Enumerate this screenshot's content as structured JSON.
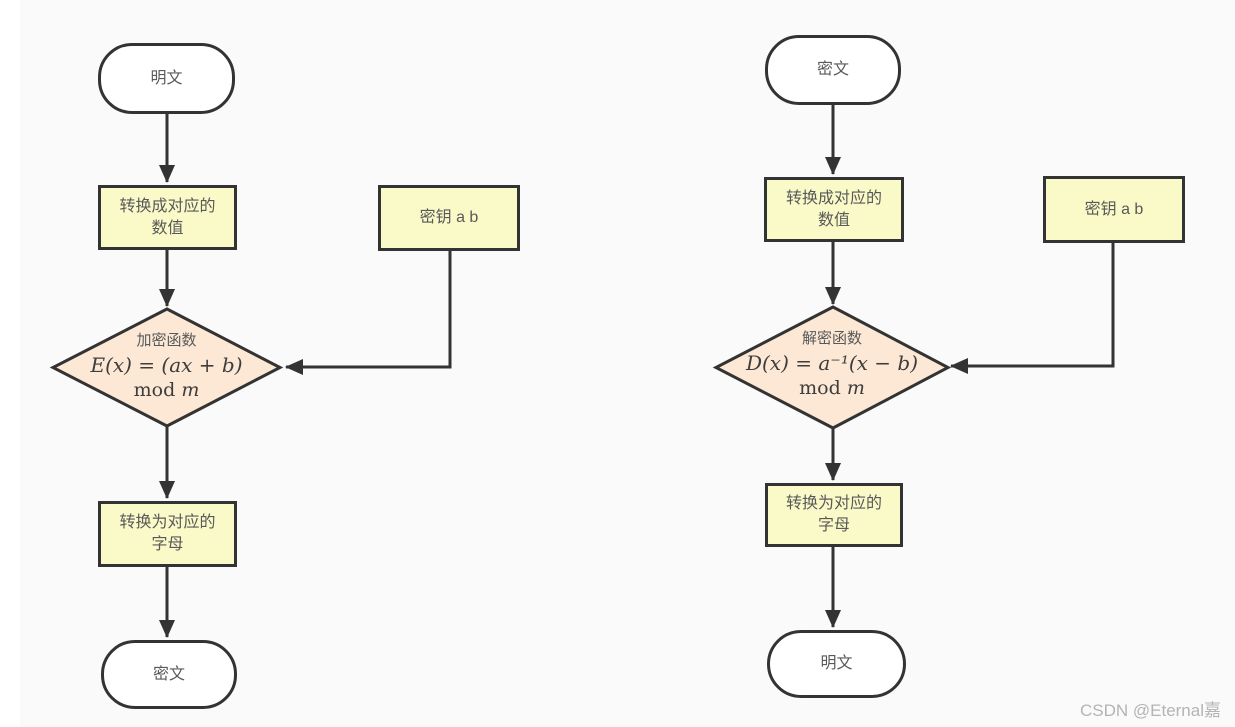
{
  "watermark": "CSDN @Eternal嘉",
  "colors": {
    "background": "#fafafa",
    "node_border": "#333333",
    "process_fill": "#fafac8",
    "decision_fill": "#fce8d4",
    "terminal_fill": "#ffffff",
    "text": "#595959",
    "watermark": "#b4b4b4"
  },
  "encrypt_flow": {
    "start": "明文",
    "step1_line1": "转换成对应的",
    "step1_line2": "数值",
    "decision_title": "加密函数",
    "decision_formula": "E(x) = (ax + b)",
    "decision_mod": "mod",
    "decision_mod_var": "m",
    "key_label": "密钥 a b",
    "step2_line1": "转换为对应的",
    "step2_line2": "字母",
    "end": "密文"
  },
  "decrypt_flow": {
    "start": "密文",
    "step1_line1": "转换成对应的",
    "step1_line2": "数值",
    "decision_title": "解密函数",
    "decision_formula": "D(x) = a⁻¹(x − b)",
    "decision_mod": "mod",
    "decision_mod_var": "m",
    "key_label": "密钥 a b",
    "step2_line1": "转换为对应的",
    "step2_line2": "字母",
    "end": "明文"
  }
}
